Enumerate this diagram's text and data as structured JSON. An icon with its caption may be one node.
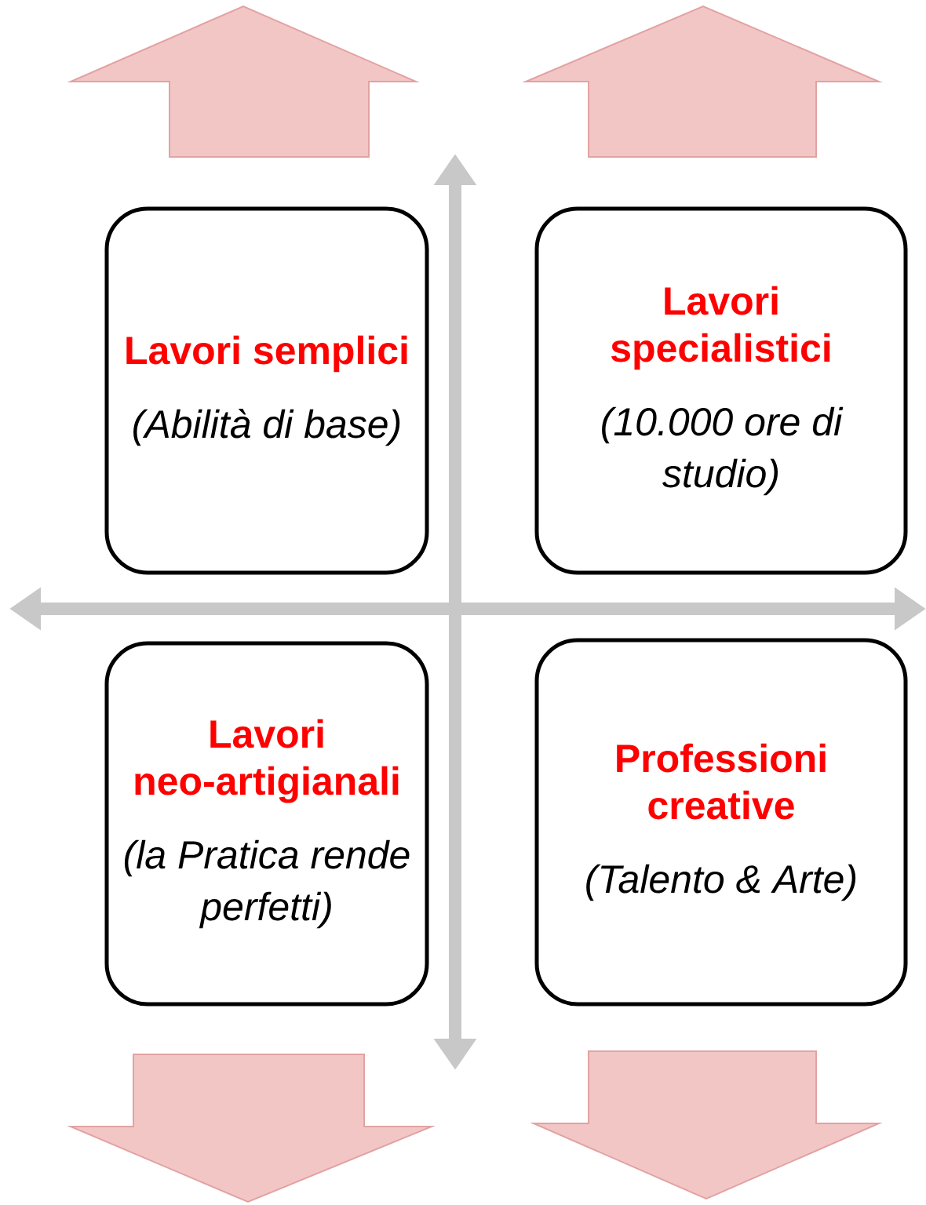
{
  "diagram": {
    "nodes": [
      {
        "text": [
          "Lavori semplici",
          "(Abilità di base)"
        ]
      },
      {
        "text": [
          "Lavori specialistici",
          "(10.000 ore di studio)"
        ]
      },
      {
        "text": [
          "Lavori neo-artigianali",
          "(la Pratica rende perfetti)"
        ]
      },
      {
        "text": [
          "Professioni creative",
          "(Talento & Arte)"
        ]
      }
    ]
  }
}
